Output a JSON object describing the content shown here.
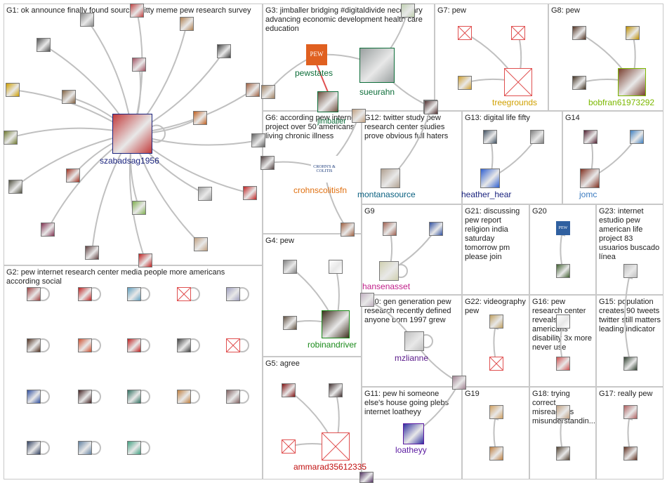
{
  "groups": [
    {
      "id": "G1",
      "label": "G1: ok announce finally found source shitty meme pew research survey"
    },
    {
      "id": "G2",
      "label": "G2: pew internet research center media people more americans according social"
    },
    {
      "id": "G3",
      "label": "G3: jimballer bridging #digitaldivide necessary advancing economic development health care education"
    },
    {
      "id": "G4",
      "label": "G4: pew"
    },
    {
      "id": "G5",
      "label": "G5: agree"
    },
    {
      "id": "G6",
      "label": "G6: according pew internet project over 50 americans living chronic illness"
    },
    {
      "id": "G7",
      "label": "G7: pew"
    },
    {
      "id": "G8",
      "label": "G8: pew"
    },
    {
      "id": "G9",
      "label": "G9"
    },
    {
      "id": "G10",
      "label": "G10: gen generation pew research recently defined anyone born 1997 grew"
    },
    {
      "id": "G11",
      "label": "G11: pew hi someone else's house going plebs internet loatheyy"
    },
    {
      "id": "G12",
      "label": "G12: twitter study pew research center studies prove obvious full haters"
    },
    {
      "id": "G13",
      "label": "G13: digital life fifty"
    },
    {
      "id": "G14",
      "label": "G14"
    },
    {
      "id": "G15",
      "label": "G15: population creates 90 tweets twitter still matters leading indicator"
    },
    {
      "id": "G16",
      "label": "G16: pew research center reveals americans disability 3x more never use"
    },
    {
      "id": "G17",
      "label": "G17: really pew"
    },
    {
      "id": "G18",
      "label": "G18: trying correct misreadings misunderstandin..."
    },
    {
      "id": "G19",
      "label": "G19"
    },
    {
      "id": "G20",
      "label": "G20"
    },
    {
      "id": "G21",
      "label": "G21: discussing pew report religion india saturday tomorrow pm please join"
    },
    {
      "id": "G22",
      "label": "G22: videography pew"
    },
    {
      "id": "G23",
      "label": "G23: internet estudio pew american life project 83 usuarios buscado línea"
    }
  ],
  "node_labels": {
    "szabadsag1956": "szabadsag1956",
    "pewstates": "pewstates",
    "sueurahn": "sueurahn",
    "jimballer": "jimballer",
    "crohnscolitisfn": "crohnscolitisfn",
    "montanasource": "montanasource",
    "heather_hear": "heather_hear",
    "jomc": "jomc",
    "treegrounds": "treegrounds",
    "bobfran61973292": "bobfran61973292",
    "robinandriver": "robinandriver",
    "hansenasset": "hansenasset",
    "mzlianne": "mzlianne",
    "loatheyy": "loatheyy",
    "ammarad35612335": "ammarad35612335",
    "pewstates_logo": "PEW",
    "crohns_logo": "CROHN'S & COLITIS",
    "g20_logo": "PEW"
  },
  "colors": {
    "edge": "#c0c0c0",
    "edge_red": "#e05050",
    "group_border": "#c8c8c8",
    "szabadsag1956": "#1a237e",
    "pewstates": "#0e6e3a",
    "sueurahn": "#0e6e3a",
    "jimballer": "#0e6e3a",
    "crohnscolitisfn": "#e07010",
    "montanasource": "#0a6080",
    "heather_hear": "#1a237e",
    "jomc": "#3a7ac0",
    "treegrounds": "#d0a000",
    "bobfran61973292": "#7cb800",
    "robinandriver": "#1a8a1a",
    "hansenasset": "#c0208a",
    "mzlianne": "#5a1a8a",
    "loatheyy": "#5a1aa0",
    "ammarad35612335": "#c01010"
  }
}
